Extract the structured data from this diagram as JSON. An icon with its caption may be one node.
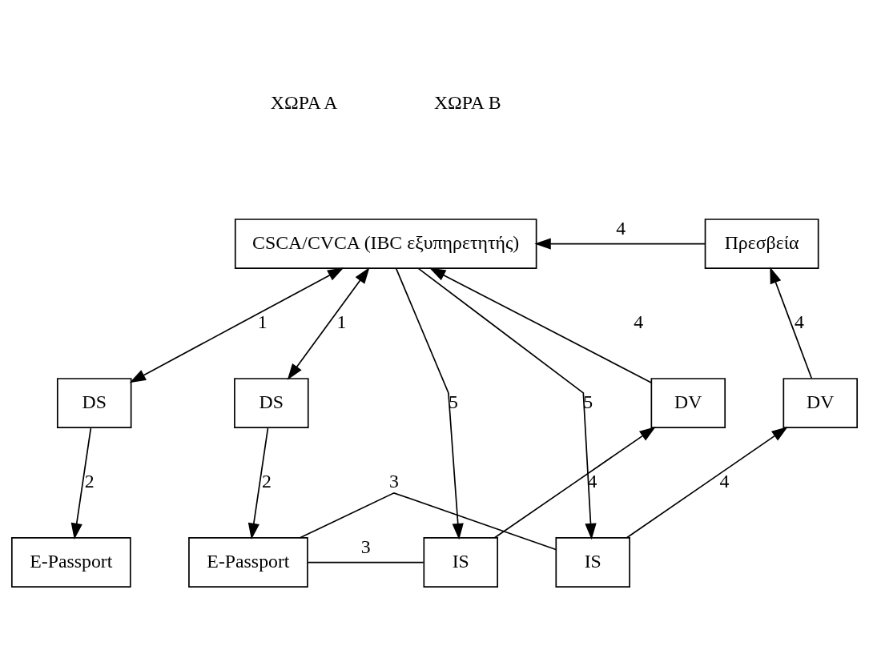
{
  "diagram": {
    "nodes": [
      {
        "text": [
          "CSCA/CVCA (IBC εξυπηρετητής)"
        ]
      },
      {
        "text": [
          "Πρεσβεία"
        ]
      },
      {
        "text": [
          "DS"
        ]
      },
      {
        "text": [
          "DS"
        ]
      },
      {
        "text": [
          "DV"
        ]
      },
      {
        "text": [
          "DV"
        ]
      },
      {
        "text": [
          "E-Passport"
        ]
      },
      {
        "text": [
          "E-Passport"
        ]
      },
      {
        "text": [
          "IS"
        ]
      },
      {
        "text": [
          "IS"
        ]
      }
    ],
    "edges": [
      {
        "from": 0,
        "to": 2,
        "arrow": "both",
        "label": "1"
      },
      {
        "from": 0,
        "to": 3,
        "arrow": "both",
        "label": "1"
      },
      {
        "from": 0,
        "to": 8,
        "arrow": "to",
        "label": "5"
      },
      {
        "from": 4,
        "to": 0,
        "arrow": "to",
        "label": "4"
      },
      {
        "from": 1,
        "to": 0,
        "arrow": "to",
        "label": "4"
      },
      {
        "from": 0,
        "to": 9,
        "arrow": "to",
        "label": "5"
      },
      {
        "from": 5,
        "to": 1,
        "arrow": "to",
        "label": "4"
      },
      {
        "from": 2,
        "to": 6,
        "arrow": "to",
        "label": "2"
      },
      {
        "from": 3,
        "to": 7,
        "arrow": "to",
        "label": "2"
      },
      {
        "from": 8,
        "to": 4,
        "arrow": "to",
        "label": "4"
      },
      {
        "from": 9,
        "to": 5,
        "arrow": "to",
        "label": "4"
      },
      {
        "from": 7,
        "to": 8,
        "arrow": "none",
        "label": "3"
      },
      {
        "from": 7,
        "to": 9,
        "arrow": "none",
        "label": "3"
      }
    ],
    "labels": [
      "ΧΩΡΑ Α",
      "ΧΩΡΑ Β"
    ]
  }
}
